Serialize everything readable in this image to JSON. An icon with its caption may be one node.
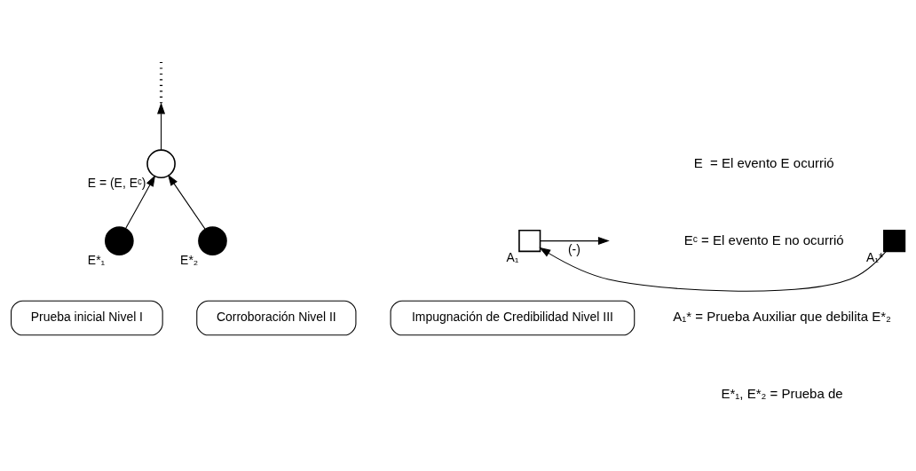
{
  "diagram": {
    "nodes": [
      {
        "text": [],
        "shape": "circle",
        "beside": [
          "E = (E, Eᶜ)"
        ]
      },
      {
        "text": [],
        "shape": "circle",
        "beside": [
          "E*₁"
        ]
      },
      {
        "text": [],
        "shape": "circle",
        "beside": [
          "E*₂"
        ]
      },
      {
        "text": [],
        "shape": "box",
        "beside": [
          "A₁"
        ]
      },
      {
        "text": [],
        "shape": "box",
        "beside": [
          "A₁*"
        ]
      },
      {
        "text": [
          "Prueba inicial Nivel I"
        ]
      },
      {
        "text": [
          "Corroboración Nivel II"
        ]
      },
      {
        "text": [
          "Impugnación de Credibilidad Nivel III"
        ]
      }
    ],
    "edges": [
      {
        "from": 0,
        "to": null,
        "arrow": "to"
      },
      {
        "from": 1,
        "to": 0,
        "arrow": "to"
      },
      {
        "from": 2,
        "to": 0,
        "arrow": "to"
      },
      {
        "from": 4,
        "to": 3,
        "arrow": "to"
      },
      {
        "from": 3,
        "to": null,
        "arrow": "to",
        "label": "(-)"
      }
    ],
    "labels": [
      "E  = El evento E ocurrió",
      "Eᶜ = El evento E no ocurrió",
      "A₁* = Prueba Auxiliar que debilita E*₂",
      "E*₁, E*₂ = Prueba de"
    ]
  }
}
